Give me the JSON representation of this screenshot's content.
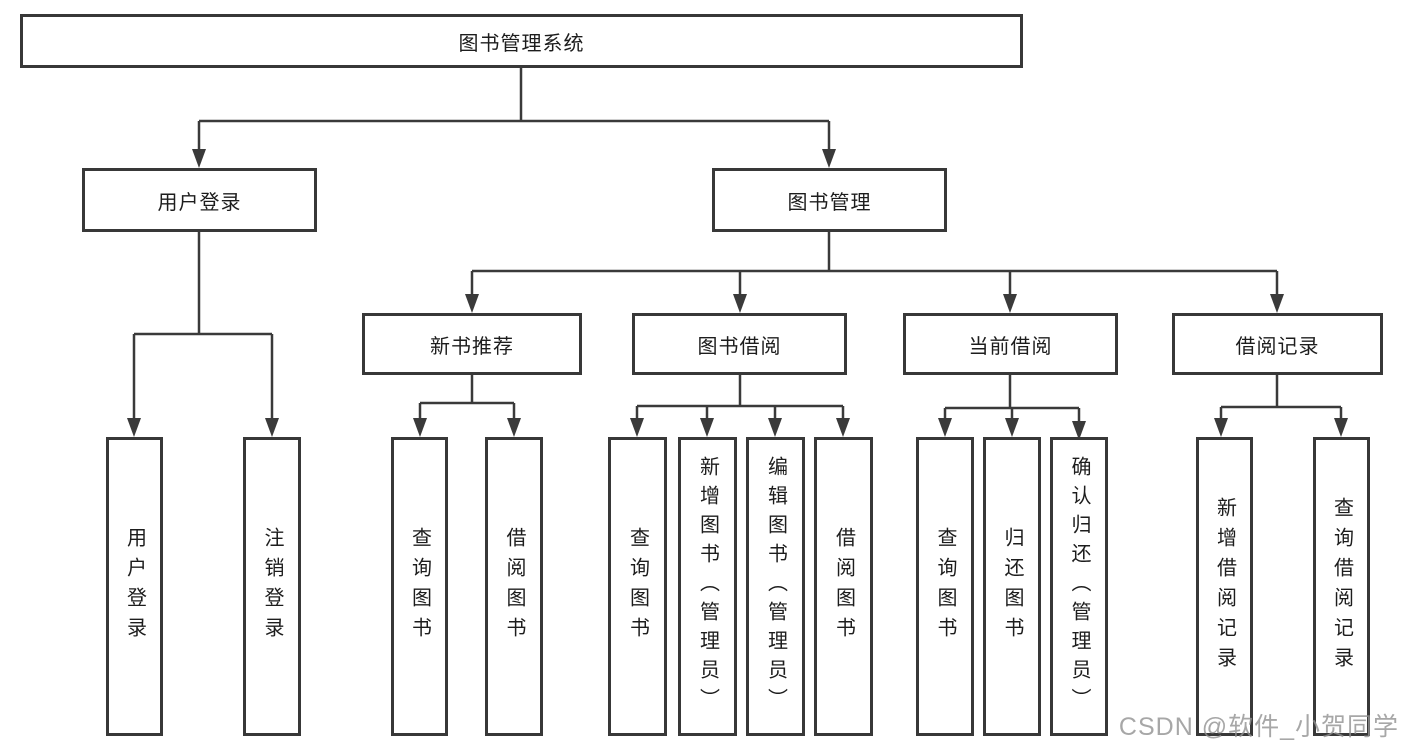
{
  "diagram": {
    "title": "图书管理系统",
    "line_color": "#3a3a3a",
    "tree": {
      "label": "图书管理系统",
      "children": [
        {
          "label": "用户登录",
          "children": [
            {
              "label": "用户登录"
            },
            {
              "label": "注销登录"
            }
          ]
        },
        {
          "label": "图书管理",
          "children": [
            {
              "label": "新书推荐",
              "children": [
                {
                  "label": "查询图书"
                },
                {
                  "label": "借阅图书"
                }
              ]
            },
            {
              "label": "图书借阅",
              "children": [
                {
                  "label": "查询图书"
                },
                {
                  "label": "新增图书（管理员）"
                },
                {
                  "label": "编辑图书（管理员）"
                },
                {
                  "label": "借阅图书"
                }
              ]
            },
            {
              "label": "当前借阅",
              "children": [
                {
                  "label": "查询图书"
                },
                {
                  "label": "归还图书"
                },
                {
                  "label": "确认归还（管理员）"
                }
              ]
            },
            {
              "label": "借阅记录",
              "children": [
                {
                  "label": "新增借阅记录"
                },
                {
                  "label": "查询借阅记录"
                }
              ]
            }
          ]
        }
      ]
    }
  },
  "watermark": "CSDN @软件_小贺同学"
}
